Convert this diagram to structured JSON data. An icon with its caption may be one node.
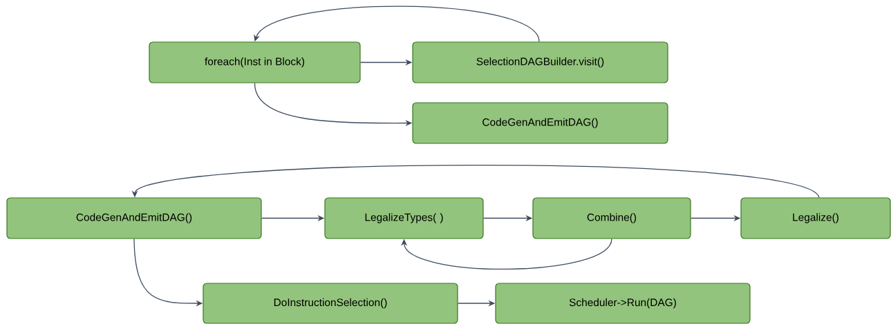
{
  "diagram": {
    "nodes": [
      {
        "text": [
          "foreach(Inst in Block)"
        ]
      },
      {
        "text": [
          "SelectionDAGBuilder.visit()"
        ]
      },
      {
        "text": [
          "CodeGenAndEmitDAG()"
        ]
      },
      {
        "text": [
          "CodeGenAndEmitDAG()"
        ]
      },
      {
        "text": [
          "LegalizeTypes( )"
        ]
      },
      {
        "text": [
          "Combine()"
        ]
      },
      {
        "text": [
          "Legalize()"
        ]
      },
      {
        "text": [
          "DoInstructionSelection()"
        ]
      },
      {
        "text": [
          "Scheduler->Run(DAG)"
        ]
      }
    ],
    "edges": [
      {
        "from": 0,
        "to": 1,
        "arrow": "to"
      },
      {
        "from": 1,
        "to": 0,
        "arrow": "to"
      },
      {
        "from": 0,
        "to": 2,
        "arrow": "to"
      },
      {
        "from": 3,
        "to": 4,
        "arrow": "to"
      },
      {
        "from": 4,
        "to": 5,
        "arrow": "to"
      },
      {
        "from": 5,
        "to": 6,
        "arrow": "to"
      },
      {
        "from": 6,
        "to": 3,
        "arrow": "to"
      },
      {
        "from": 5,
        "to": 4,
        "arrow": "to"
      },
      {
        "from": 3,
        "to": 7,
        "arrow": "to"
      },
      {
        "from": 7,
        "to": 8,
        "arrow": "to"
      }
    ]
  }
}
